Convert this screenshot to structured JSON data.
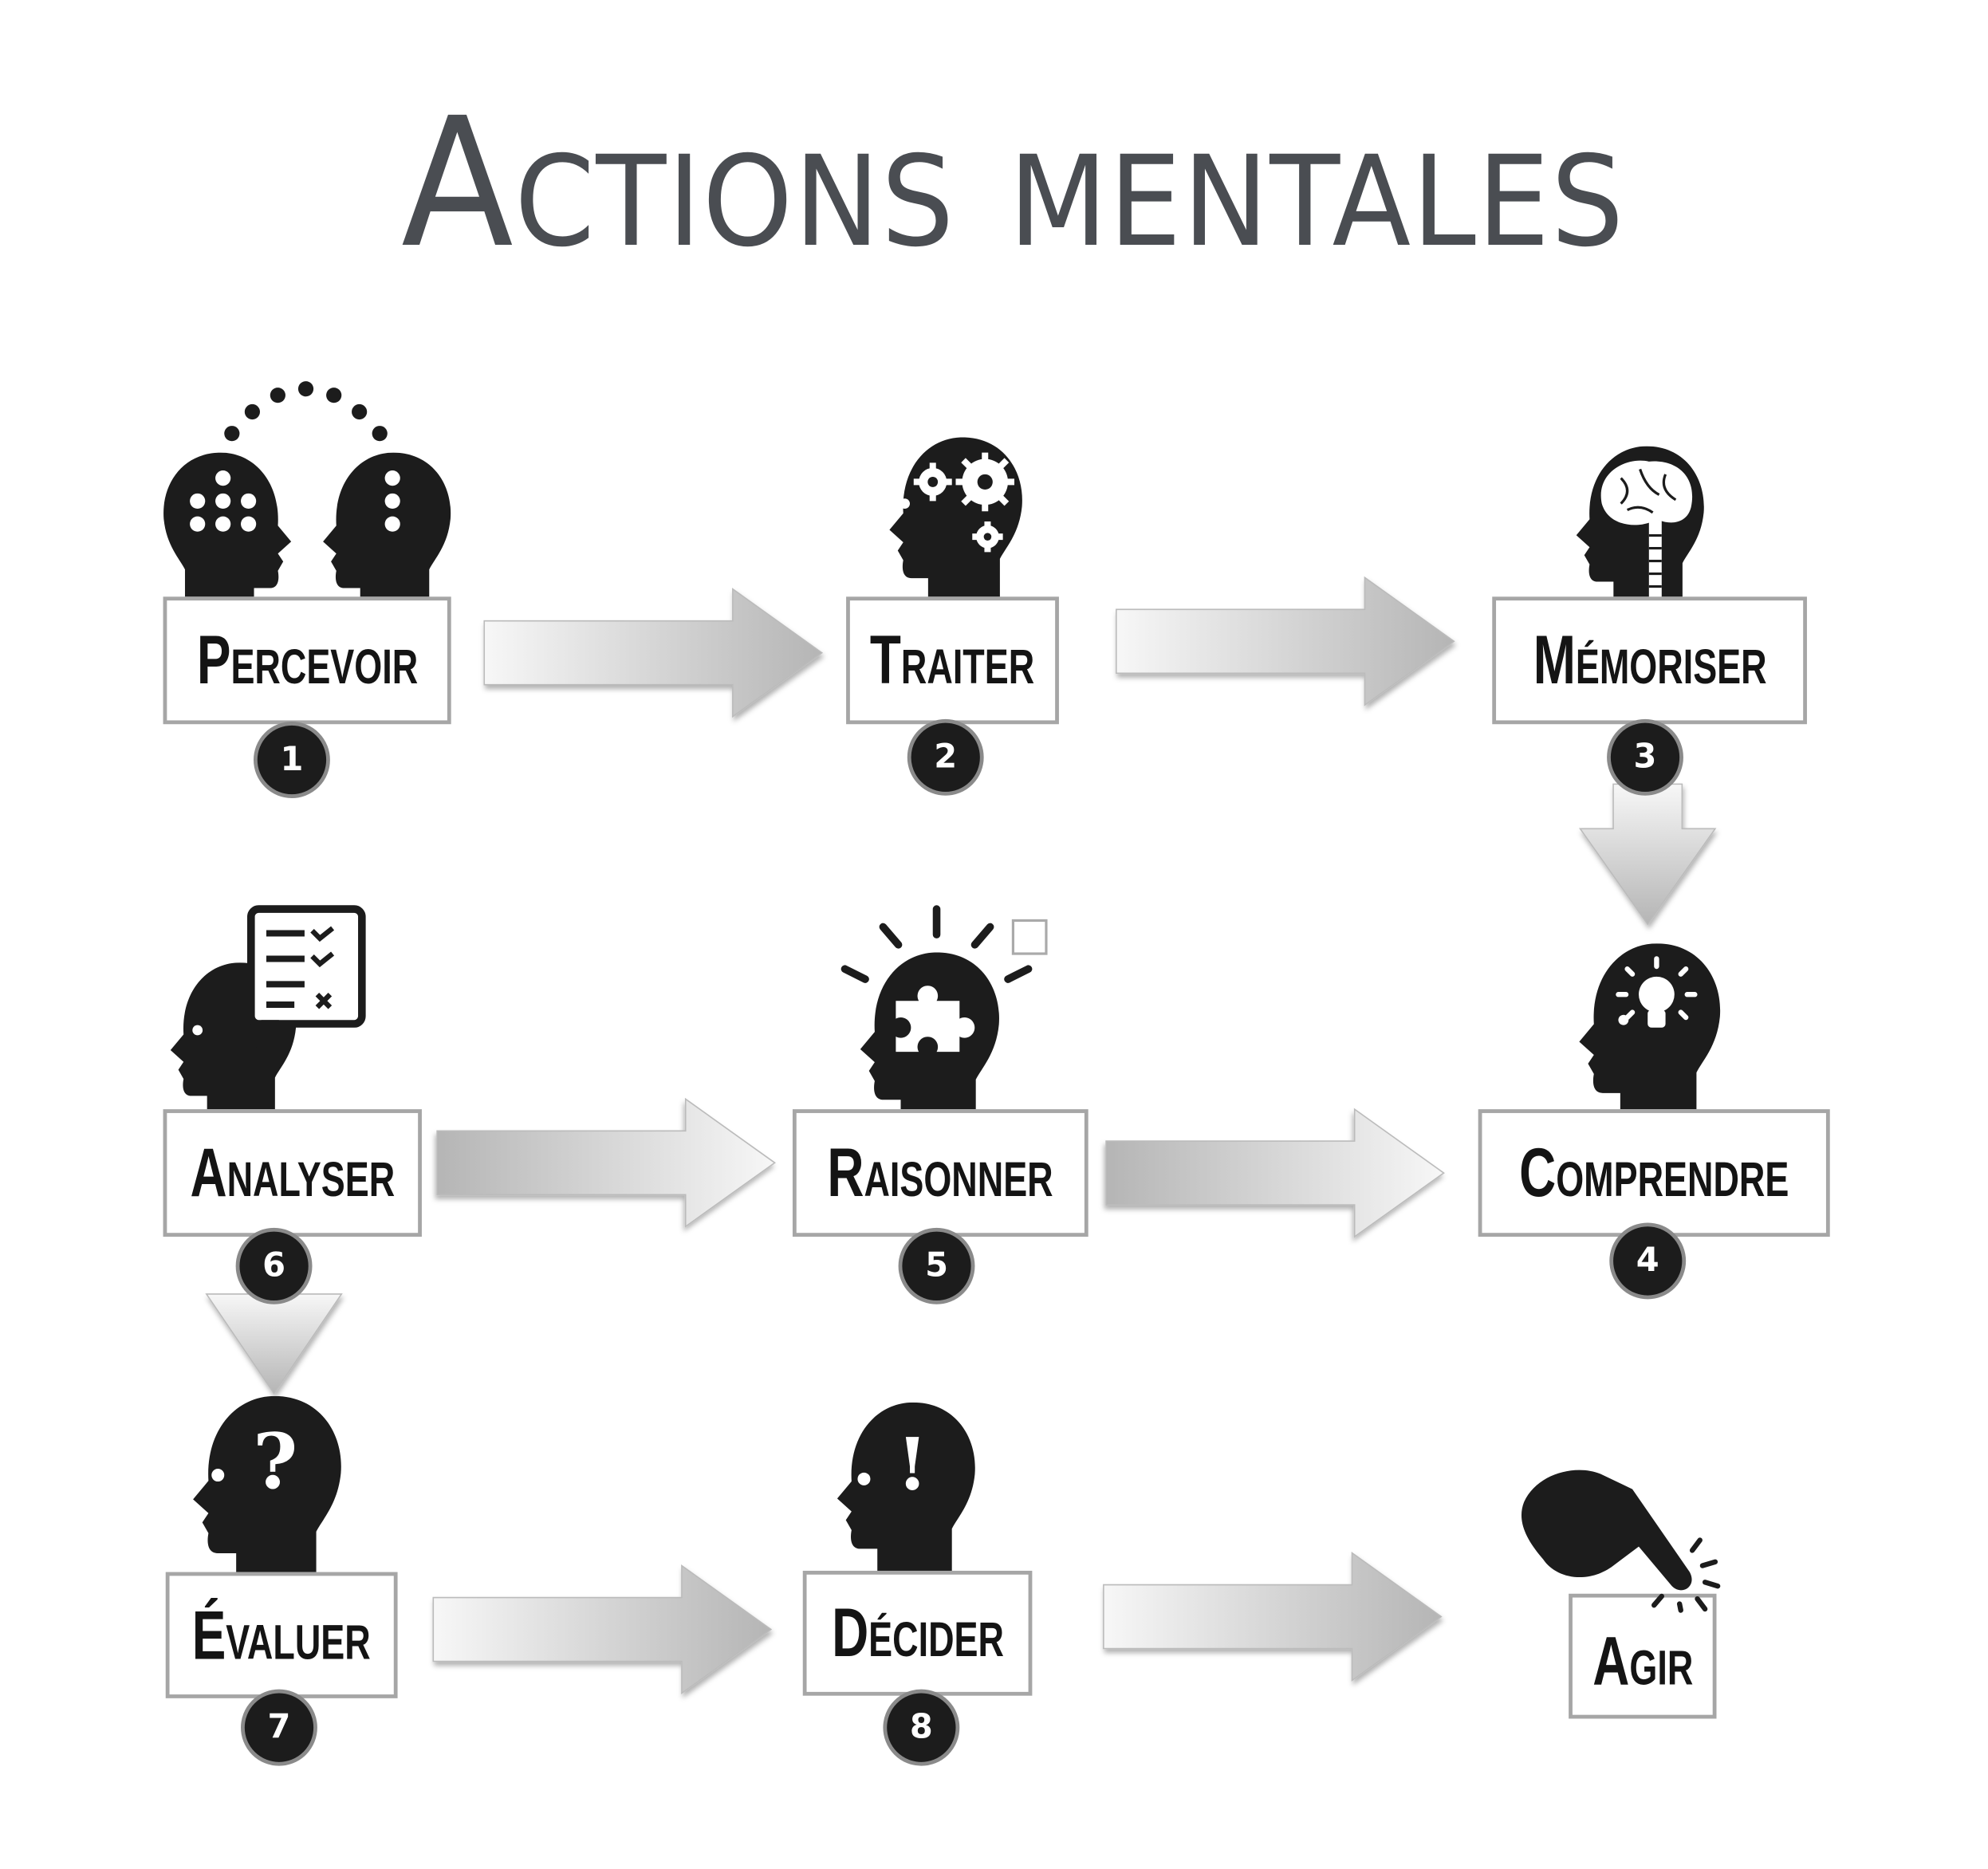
{
  "title": "Actions mentales",
  "steps": [
    {
      "num": "1",
      "label": "Percevoir",
      "icon": "two-heads-communicating-icon"
    },
    {
      "num": "2",
      "label": "Traiter",
      "icon": "head-gears-icon"
    },
    {
      "num": "3",
      "label": "Mémoriser",
      "icon": "head-brain-icon"
    },
    {
      "num": "4",
      "label": "Comprendre",
      "icon": "head-lightbulb-icon"
    },
    {
      "num": "5",
      "label": "Raisonner",
      "icon": "head-puzzle-icon"
    },
    {
      "num": "6",
      "label": "Analyser",
      "icon": "head-checklist-icon"
    },
    {
      "num": "7",
      "label": "Évaluer",
      "icon": "head-question-icon"
    },
    {
      "num": "8",
      "label": "Décider",
      "icon": "head-exclamation-icon"
    }
  ],
  "final": {
    "label": "Agir",
    "icon": "pointing-hand-icon"
  },
  "colors": {
    "title": "#4a4d52",
    "icon": "#1c1c1c",
    "box_border": "#a6a6a6"
  }
}
